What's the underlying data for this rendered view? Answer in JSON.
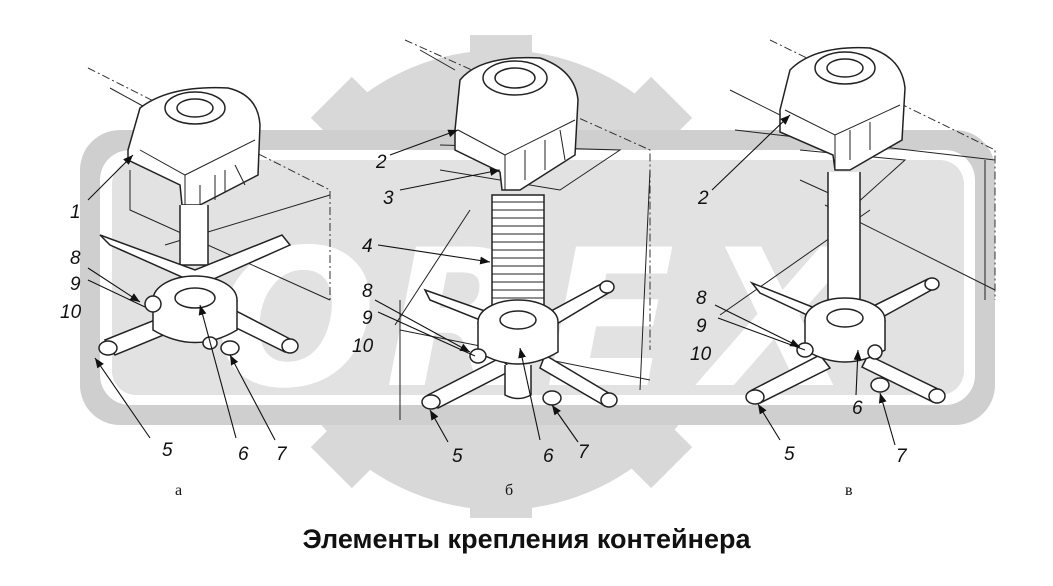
{
  "caption": "Элементы крепления контейнера",
  "watermark_letters": [
    "O",
    "R",
    "E",
    "X"
  ],
  "panels": [
    {
      "id": "a",
      "label": "а",
      "callouts": [
        "1",
        "8",
        "9",
        "10",
        "5",
        "6",
        "7"
      ]
    },
    {
      "id": "b",
      "label": "б",
      "callouts": [
        "2",
        "3",
        "4",
        "8",
        "9",
        "10",
        "5",
        "6",
        "7"
      ]
    },
    {
      "id": "c",
      "label": "в",
      "callouts": [
        "2",
        "8",
        "9",
        "10",
        "5",
        "6",
        "7"
      ]
    }
  ],
  "colors": {
    "line": "#222222",
    "watermark": "#d6d6d6",
    "background": "#ffffff"
  }
}
